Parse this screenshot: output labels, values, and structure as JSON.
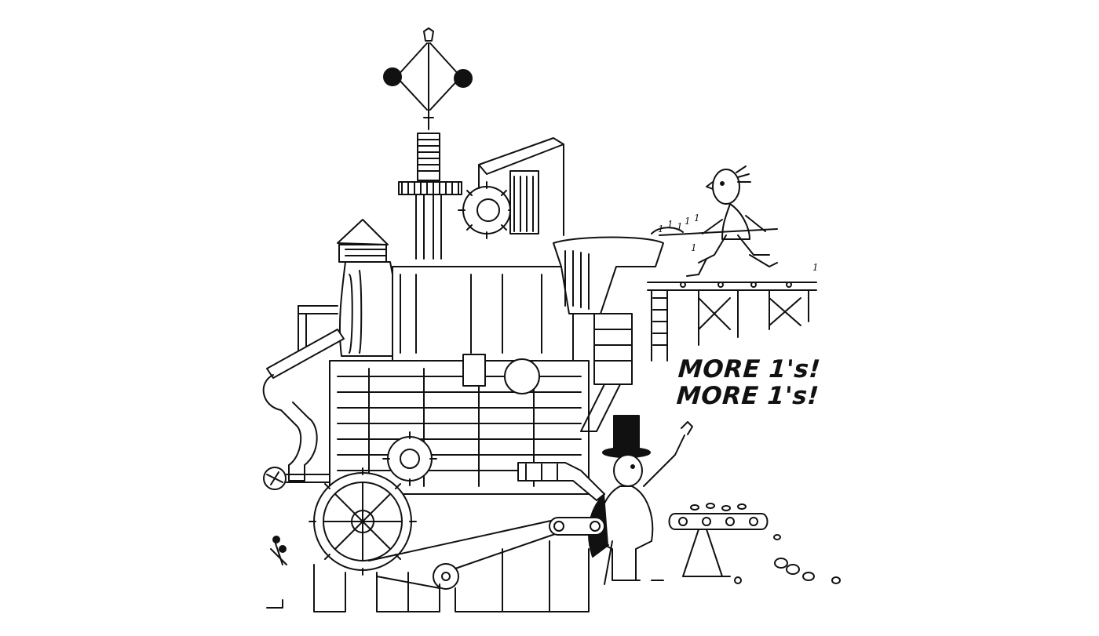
{
  "illustration": {
    "caption_lines": [
      "MORE 1's!",
      "MORE 1's!"
    ],
    "scattered_digit": "1",
    "ink_color": "#111111",
    "paper_color": "#ffffff"
  }
}
